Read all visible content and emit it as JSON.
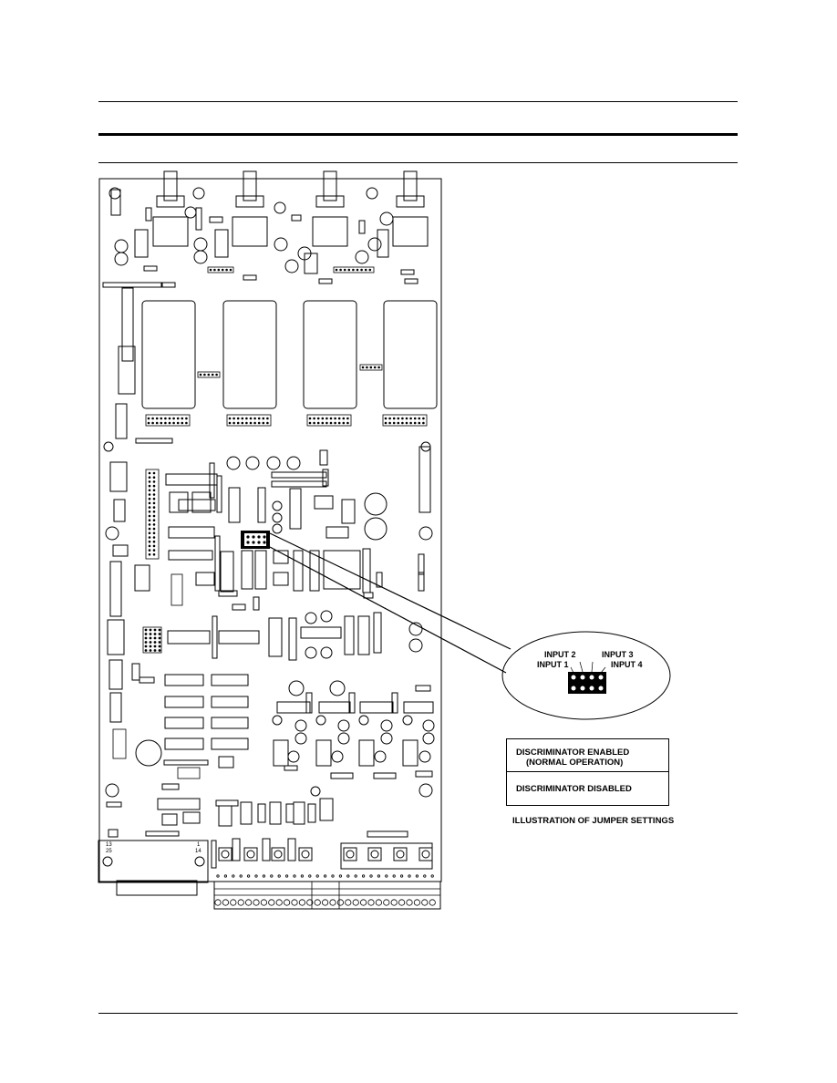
{
  "callout": {
    "input_2": "INPUT 2",
    "input_3": "INPUT 3",
    "input_1": "INPUT 1",
    "input_4": "INPUT 4"
  },
  "legend": {
    "enabled_line1": "DISCRIMINATOR ENABLED",
    "enabled_line2": "(NORMAL OPERATION)",
    "disabled": "DISCRIMINATOR DISABLED",
    "caption": "ILLUSTRATION OF JUMPER SETTINGS"
  },
  "connector_pins": {
    "p13": "13",
    "p25": "25",
    "p1": "1",
    "p14": "14"
  }
}
